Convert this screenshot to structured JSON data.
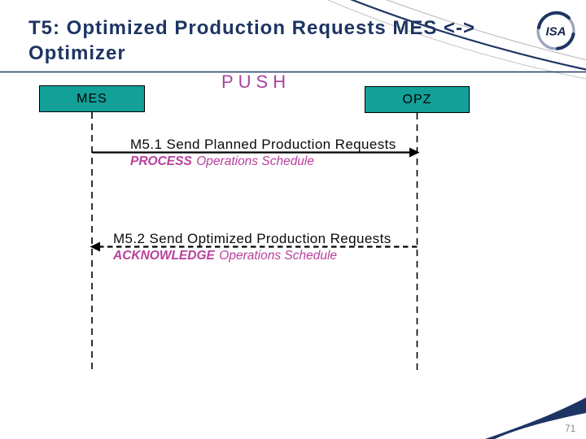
{
  "slide": {
    "title_line1": "T5: Optimized Production Requests MES <->",
    "title_line2": "Optimizer",
    "page_number": "71"
  },
  "logo": {
    "text": "ISA"
  },
  "diagram": {
    "push_label": "PUSH",
    "actors": [
      {
        "label": "MES"
      },
      {
        "label": "OPZ"
      }
    ],
    "messages": [
      {
        "label": "M5.1 Send Planned Production Requests",
        "verb": "PROCESS",
        "noun": "Operations Schedule",
        "direction": "mes-to-opz",
        "line_style": "solid"
      },
      {
        "label": "M5.2 Send Optimized Production Requests",
        "verb": "ACKNOWLEDGE",
        "noun": "Operations Schedule",
        "direction": "opz-to-mes",
        "line_style": "dashed"
      }
    ]
  },
  "colors": {
    "title_navy": "#1E3563",
    "teal": "#12A098",
    "magenta": "#B8409C",
    "push_purple": "#A8449E",
    "page_gray": "#8C8C8C"
  }
}
